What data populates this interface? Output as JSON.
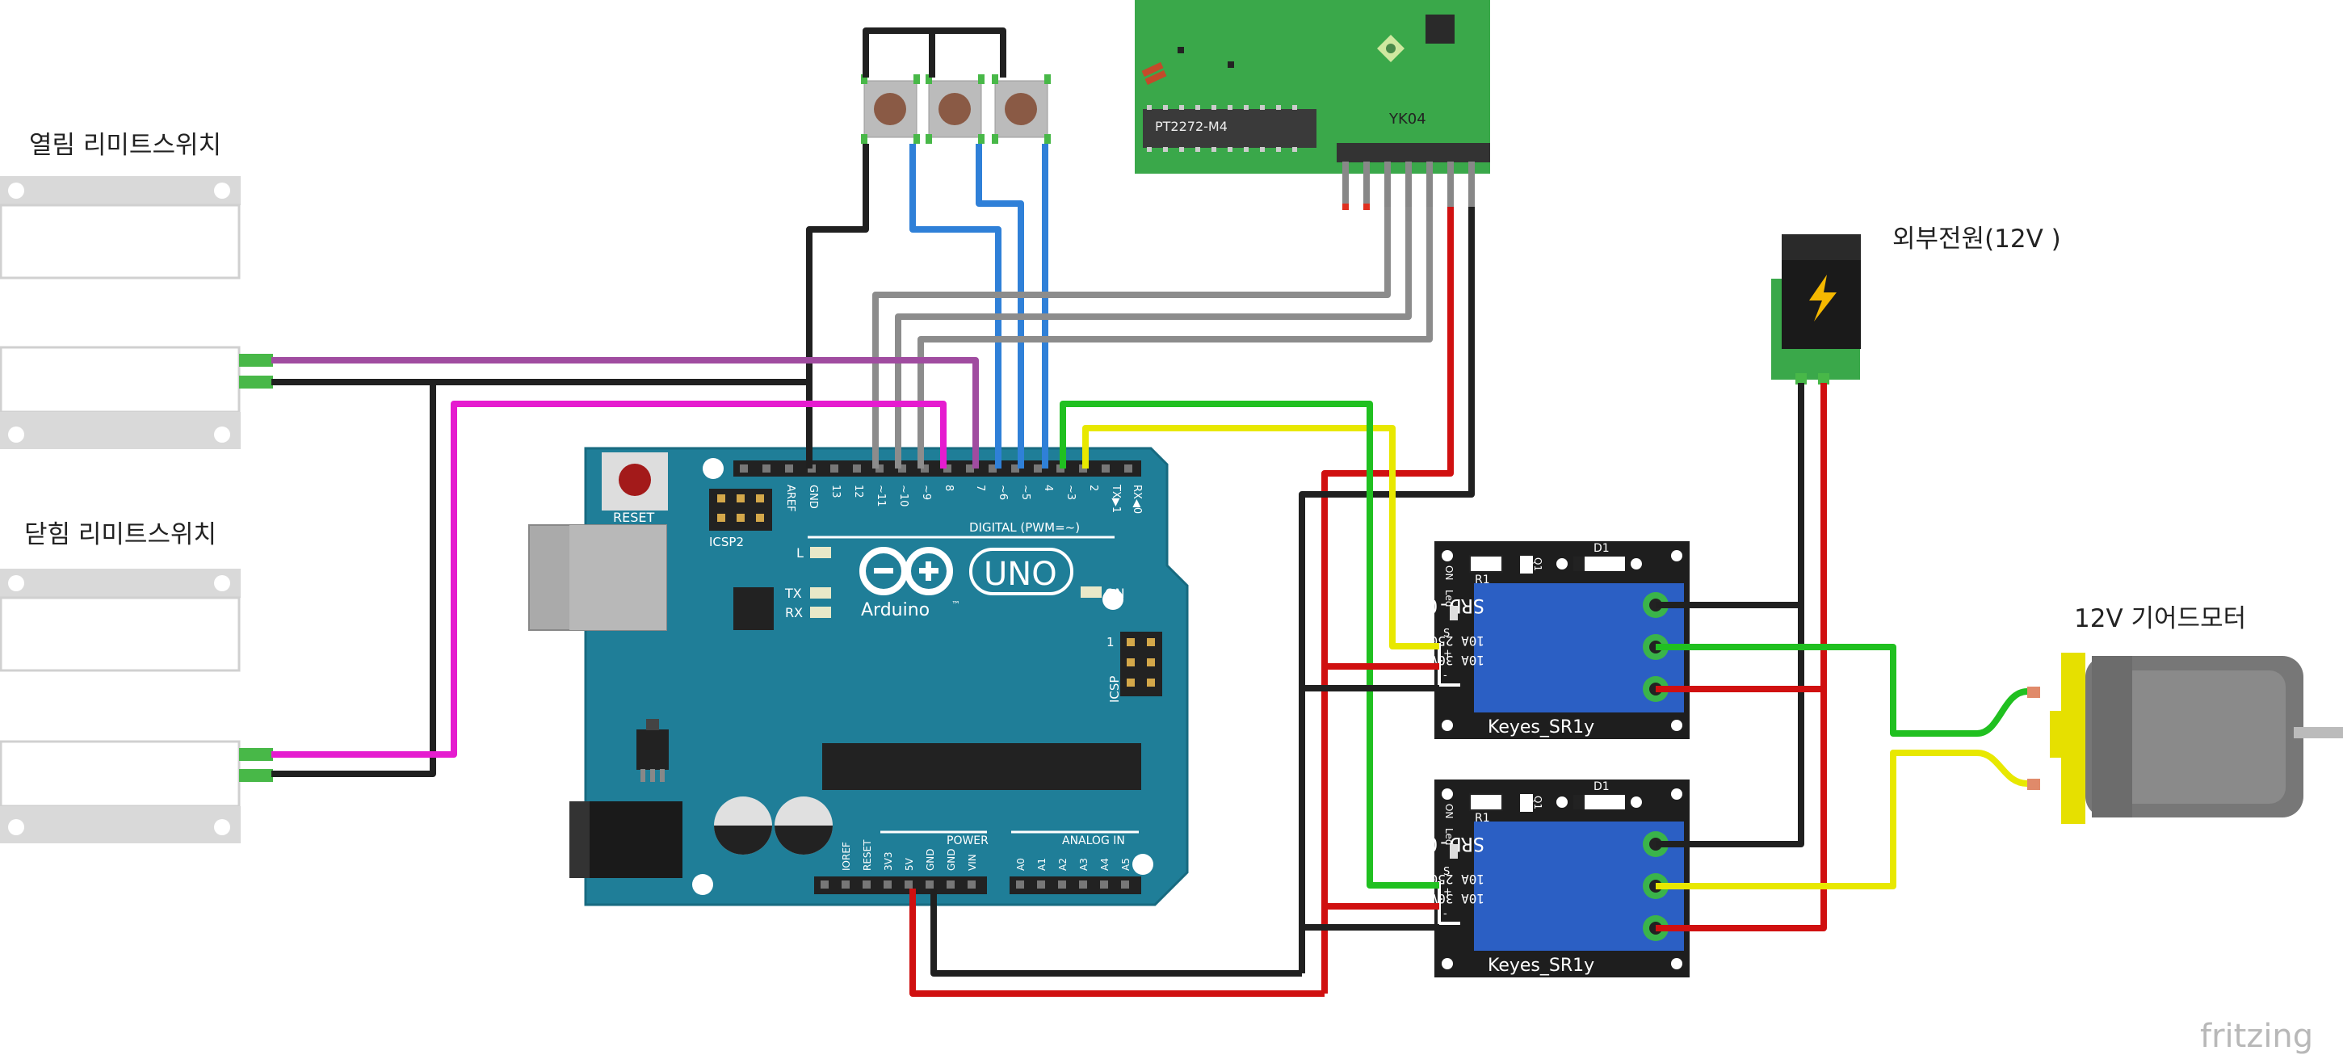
{
  "labels": {
    "open_switch": "열림 리미트스위치",
    "close_switch": "닫힘 리미트스위치",
    "external_power": "외부전원(12V )",
    "motor": "12V 기어드모터",
    "watermark": "fritzing"
  },
  "rf_module": {
    "model": "YK04",
    "chip": "PT2272-M4"
  },
  "arduino": {
    "brand": "Arduino",
    "tm": "™",
    "model": "UNO",
    "reset": "RESET",
    "icsp2": "ICSP2",
    "icsp": "ICSP",
    "digital": "DIGITAL (PWM=~)",
    "power": "POWER",
    "analog": "ANALOG IN",
    "led_l": "L",
    "led_tx": "TX",
    "led_rx": "RX",
    "led_on": "ON",
    "icsp_pin1": "1",
    "digital_pins": [
      "AREF",
      "GND",
      "13",
      "12",
      "~11",
      "~10",
      "~9",
      "8",
      "7",
      "~6",
      "~5",
      "4",
      "~3",
      "2",
      "TX▶1",
      "RX◀0"
    ],
    "power_pins": [
      "IOREF",
      "RESET",
      "3V3",
      "5V",
      "GND",
      "GND",
      "VIN"
    ],
    "analog_pins": [
      "A0",
      "A1",
      "A2",
      "A3",
      "A4",
      "A5"
    ]
  },
  "relay": {
    "name": "Keyes_SR1y",
    "model_line": "SRD-05VDC-SL-C",
    "rating1": "10A 250VAC  10A 125VAC",
    "rating2": "10A  30VDC  10A  28VDC",
    "r1": "R1",
    "d1": "D1",
    "q1": "Q1",
    "led": "Led",
    "on": "ON",
    "pin_s": "S",
    "pin_plus": "+",
    "pin_minus": "-"
  },
  "colors": {
    "purple": "#a04ca0",
    "magenta": "#e51ccf",
    "gray": "#8c8c8c",
    "blue": "#2f80d8",
    "green": "#20c020",
    "yellow": "#e8e800",
    "red": "#d01010",
    "black": "#202020",
    "arduino": "#1f7e98",
    "rf_board": "#3aa84a",
    "relay_blue": "#2b5fc4"
  }
}
